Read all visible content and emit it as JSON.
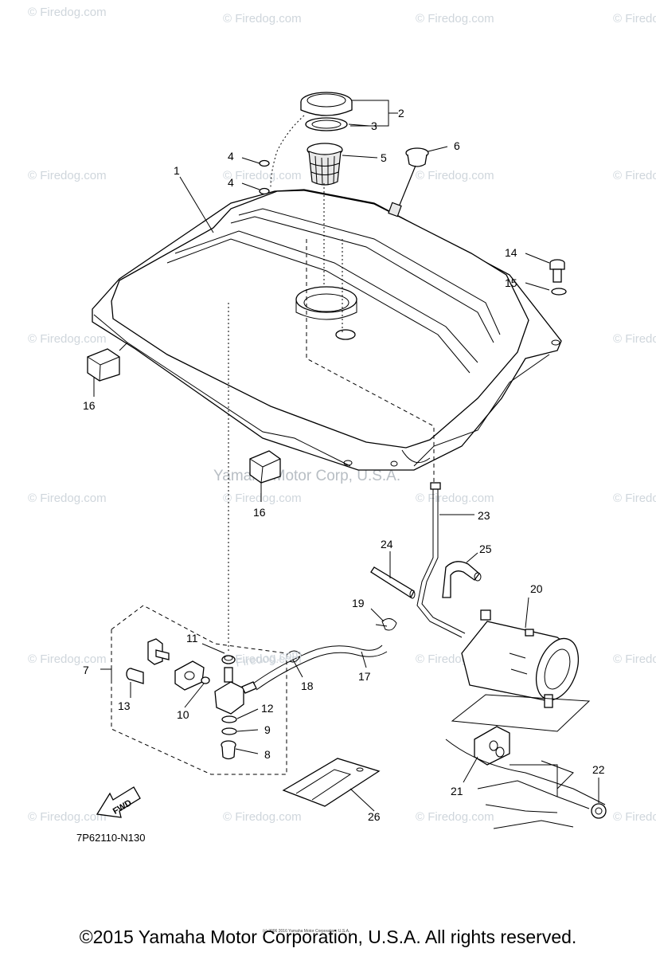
{
  "watermark": {
    "text": "© Firedog.com"
  },
  "center_watermark": "Yamaha Motor Corp, U.S.A.",
  "inline_watermark": "Firedog.com",
  "tiny_notice": "(c) 2006 2016 Yamaha Motor Corporation, U.S.A.",
  "fwd_label": "FWD",
  "part_code": "7P62110-N130",
  "copyright": "©2015 Yamaha Motor Corporation, U.S.A. All rights reserved.",
  "callouts": {
    "c1": "1",
    "c2": "2",
    "c3": "3",
    "c4a": "4",
    "c4b": "4",
    "c5": "5",
    "c6": "6",
    "c7": "7",
    "c8": "8",
    "c9": "9",
    "c10": "10",
    "c11": "11",
    "c12": "12",
    "c13": "13",
    "c14": "14",
    "c15": "15",
    "c16a": "16",
    "c16b": "16",
    "c17": "17",
    "c18": "18",
    "c19": "19",
    "c20": "20",
    "c21": "21",
    "c22": "22",
    "c23": "23",
    "c24": "24",
    "c25": "25",
    "c26": "26"
  }
}
